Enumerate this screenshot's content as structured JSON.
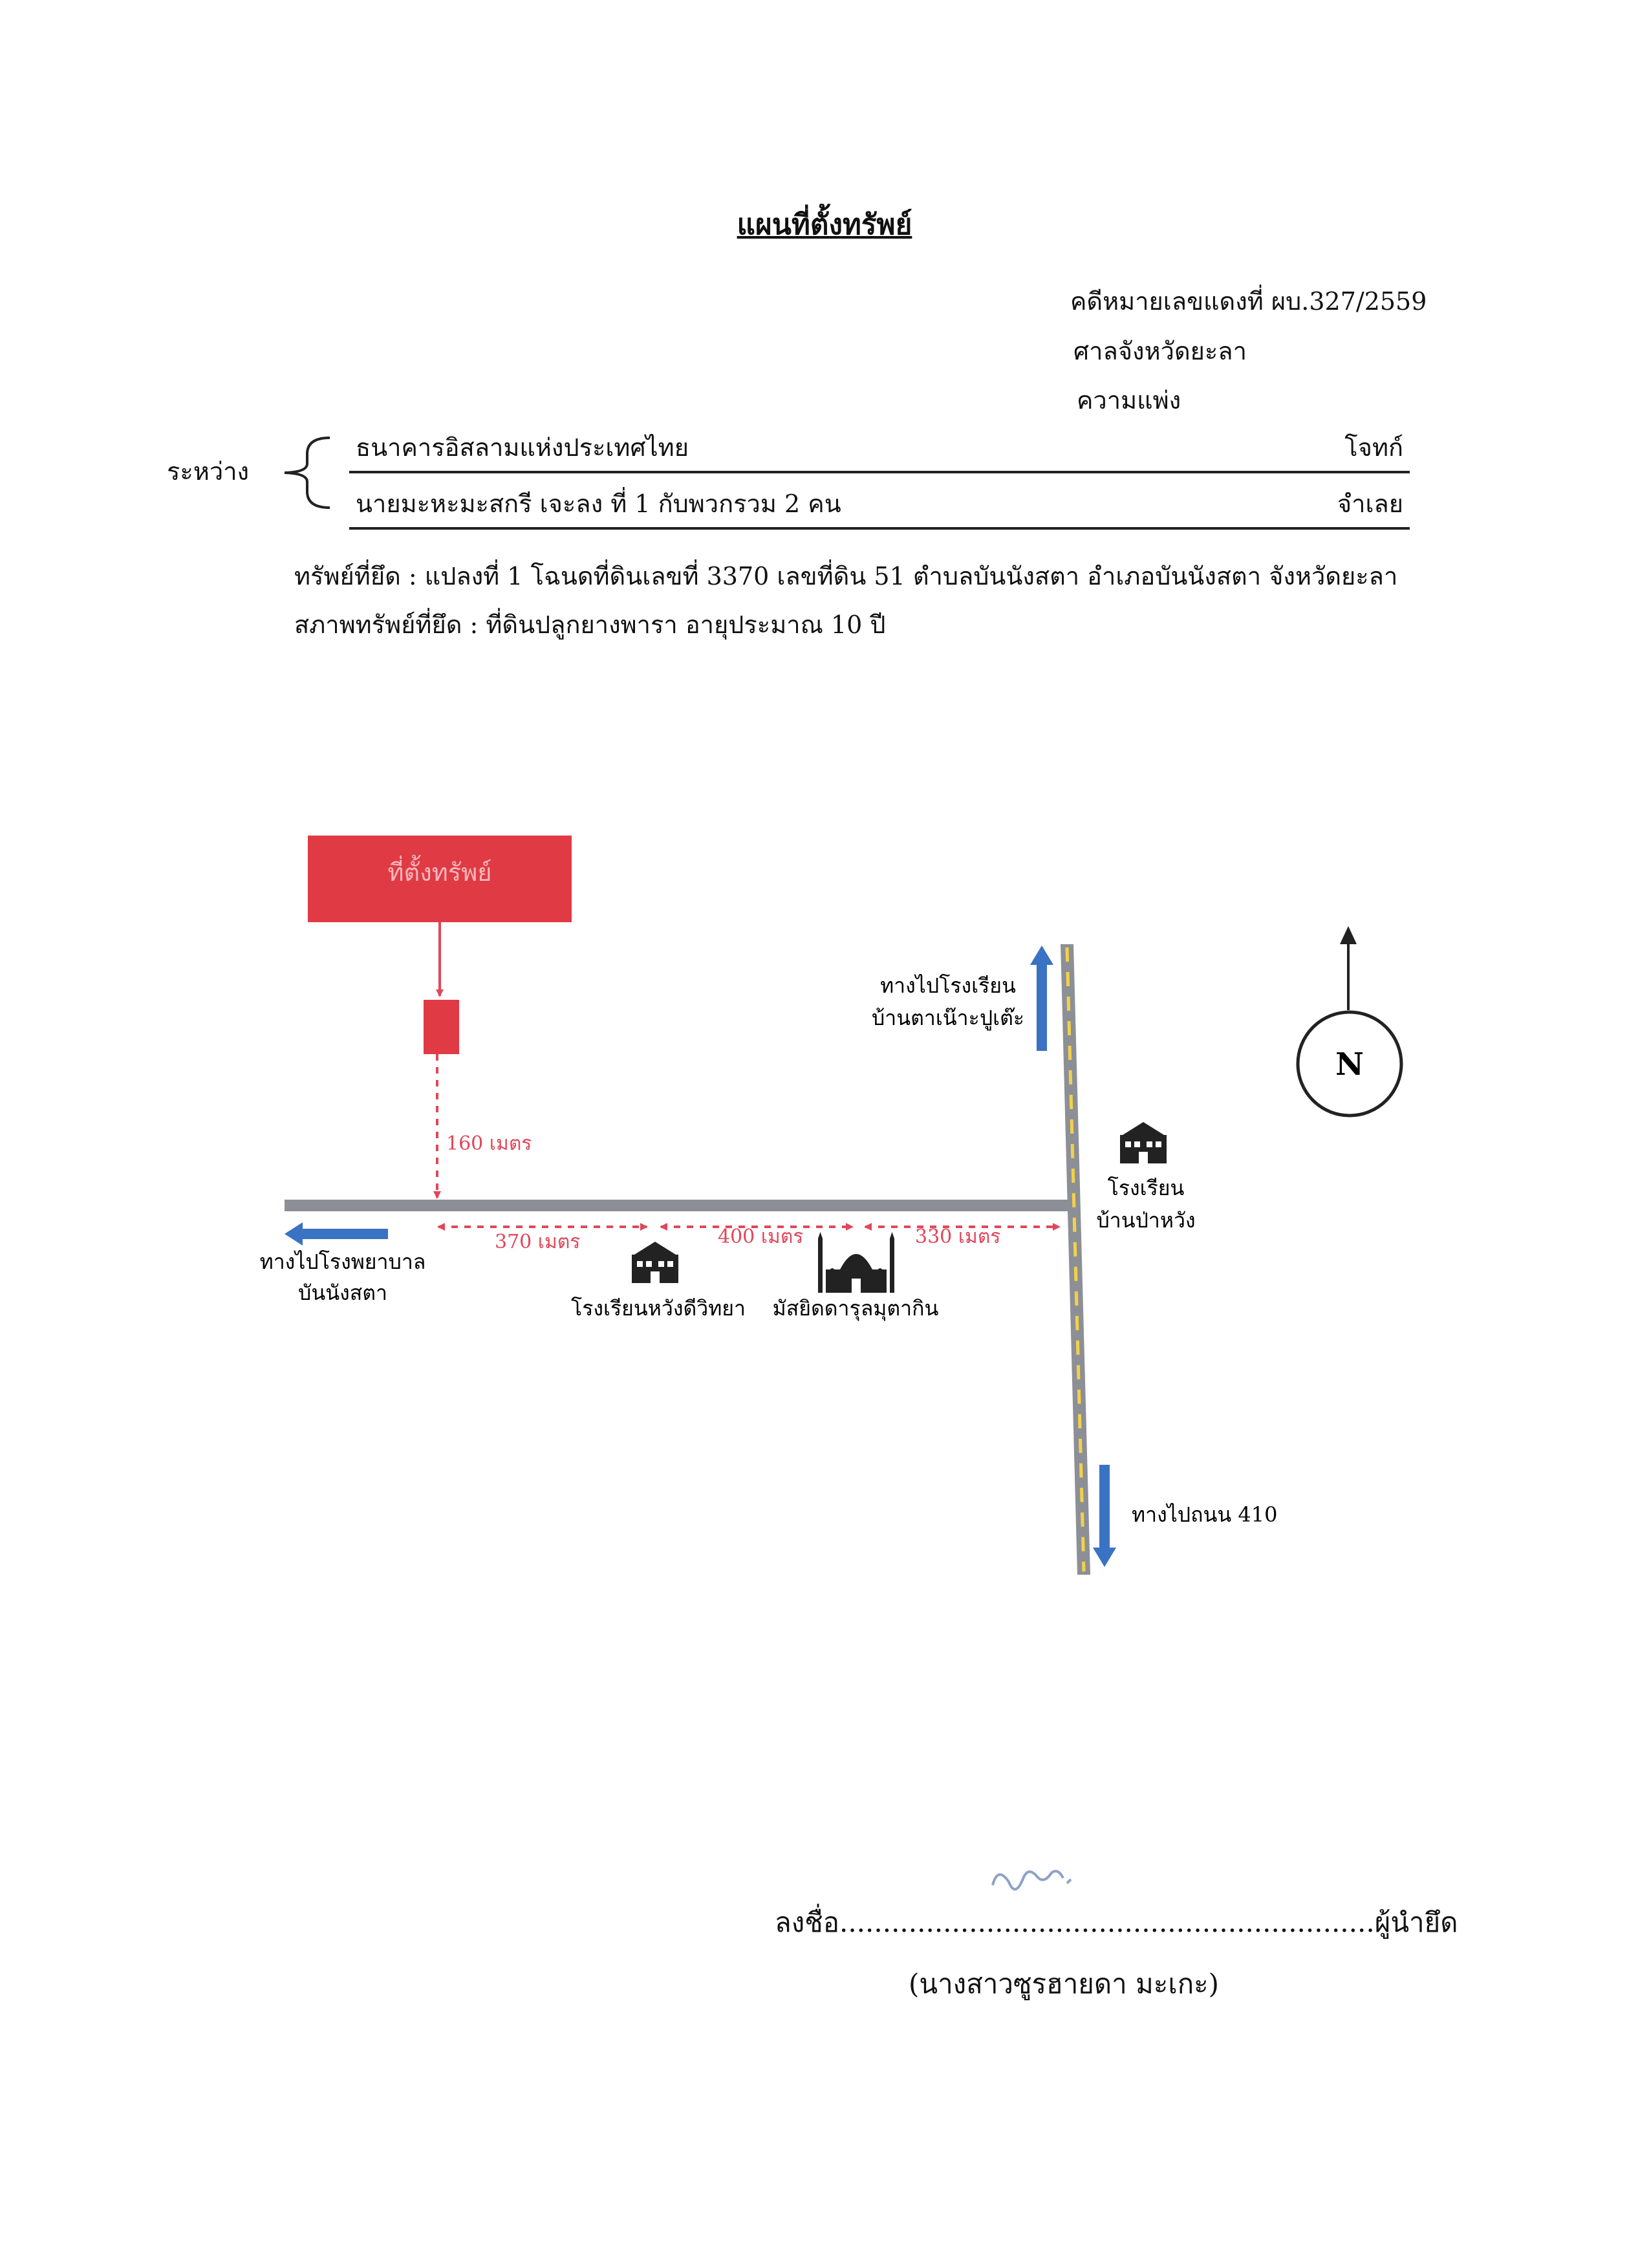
{
  "title": "แผนที่ตั้งทรัพย์",
  "case": {
    "number": "คดีหมายเลขแดงที่ ผบ.327/2559",
    "court": "ศาลจังหวัดยะลา",
    "type": "ความแพ่ง"
  },
  "parties": {
    "between_label": "ระหว่าง",
    "plaintiff_name": "ธนาคารอิสลามแห่งประเทศไทย",
    "plaintiff_role": "โจทก์",
    "defendant_name": "นายมะหะมะสกรี เจะลง ที่ 1 กับพวกรวม 2 คน",
    "defendant_role": "จำเลย"
  },
  "property": {
    "seized": "ทรัพย์ที่ยึด : แปลงที่ 1 โฉนดที่ดินเลขที่ 3370 เลขที่ดิน 51 ตำบลบันนังสตา อำเภอบันนังสตา จังหวัดยะลา",
    "condition": "สภาพทรัพย์ที่ยึด : ที่ดินปลูกยางพารา อายุประมาณ 10 ปี"
  },
  "map": {
    "property_box_label": "ที่ตั้งทรัพย์",
    "dist_property": "160 เมตร",
    "dist_1": "370 เมตร",
    "dist_2": "400 เมตร",
    "dist_3": "330 เมตร",
    "to_hospital_line1": "ทางไปโรงพยาบาล",
    "to_hospital_line2": "บันนังสตา",
    "to_school_north_line1": "ทางไปโรงเรียน",
    "to_school_north_line2": "บ้านตาเน๊าะปูเต๊ะ",
    "school_east_line1": "โรงเรียน",
    "school_east_line2": "บ้านป่าหวัง",
    "school_wang": "โรงเรียนหวังดีวิทยา",
    "mosque": "มัสยิดดารุลมุตากิน",
    "to_road_410": "ทางไปถนน 410",
    "north": "N",
    "colors": {
      "property_red": "#e03a44",
      "dashed_red": "#e0475a",
      "road_gray": "#8c8f96",
      "arrow_blue": "#3a72c4",
      "road_center_yellow": "#f2d14a"
    }
  },
  "signature": {
    "line": "ลงชื่อ..............................................................ผู้นำยึด",
    "name": "(นางสาวซูรฮายดา มะเกะ)"
  }
}
